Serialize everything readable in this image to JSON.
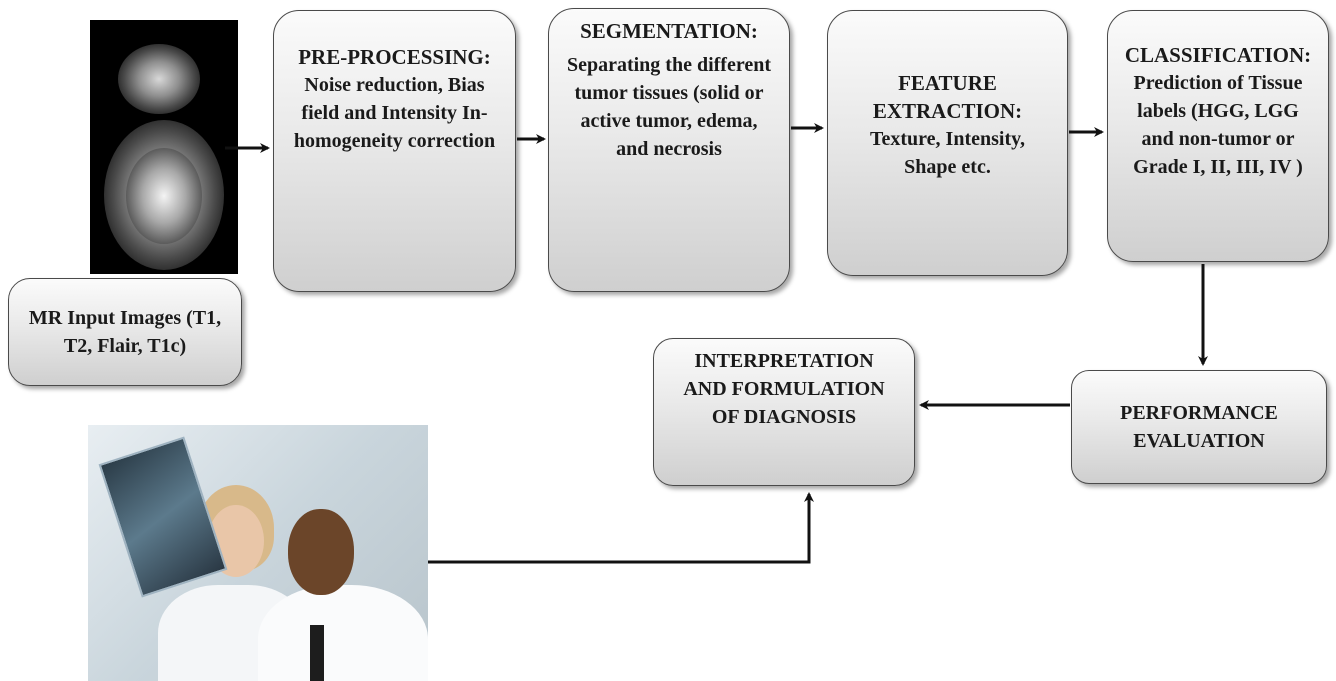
{
  "header_fragment": ", . . . . . . . . . . . . . . . . . . . type . . . . type . . . . .",
  "boxes": {
    "mr_input": "MR Input Images (T1, T2, Flair, T1c)",
    "preprocessing": {
      "title": "PRE-PROCESSING:",
      "body": "Noise reduction, Bias field and Intensity In-homogeneity correction"
    },
    "segmentation": {
      "title": "SEGMENTATION:",
      "body": "Separating the different tumor tissues (solid or active tumor, edema, and necrosis"
    },
    "feature_extraction": {
      "title": "FEATURE EXTRACTION:",
      "body": "Texture, Intensity, Shape etc."
    },
    "classification": {
      "title": "CLASSIFICATION:",
      "body": "Prediction of Tissue labels (HGG, LGG and non-tumor or Grade I, II, III, IV )"
    },
    "performance": "PERFORMANCE EVALUATION",
    "interpretation": "INTERPRETATION AND FORMULATION OF DIAGNOSIS"
  },
  "images": {
    "mri": "mri-scan-thumbnails",
    "doctors": "doctors-examining-xray-photo"
  },
  "colors": {
    "box_border": "#4a4a4a",
    "box_fill_top": "#fbfbfb",
    "box_fill_bottom": "#cfcfcf",
    "arrow": "#111111"
  }
}
